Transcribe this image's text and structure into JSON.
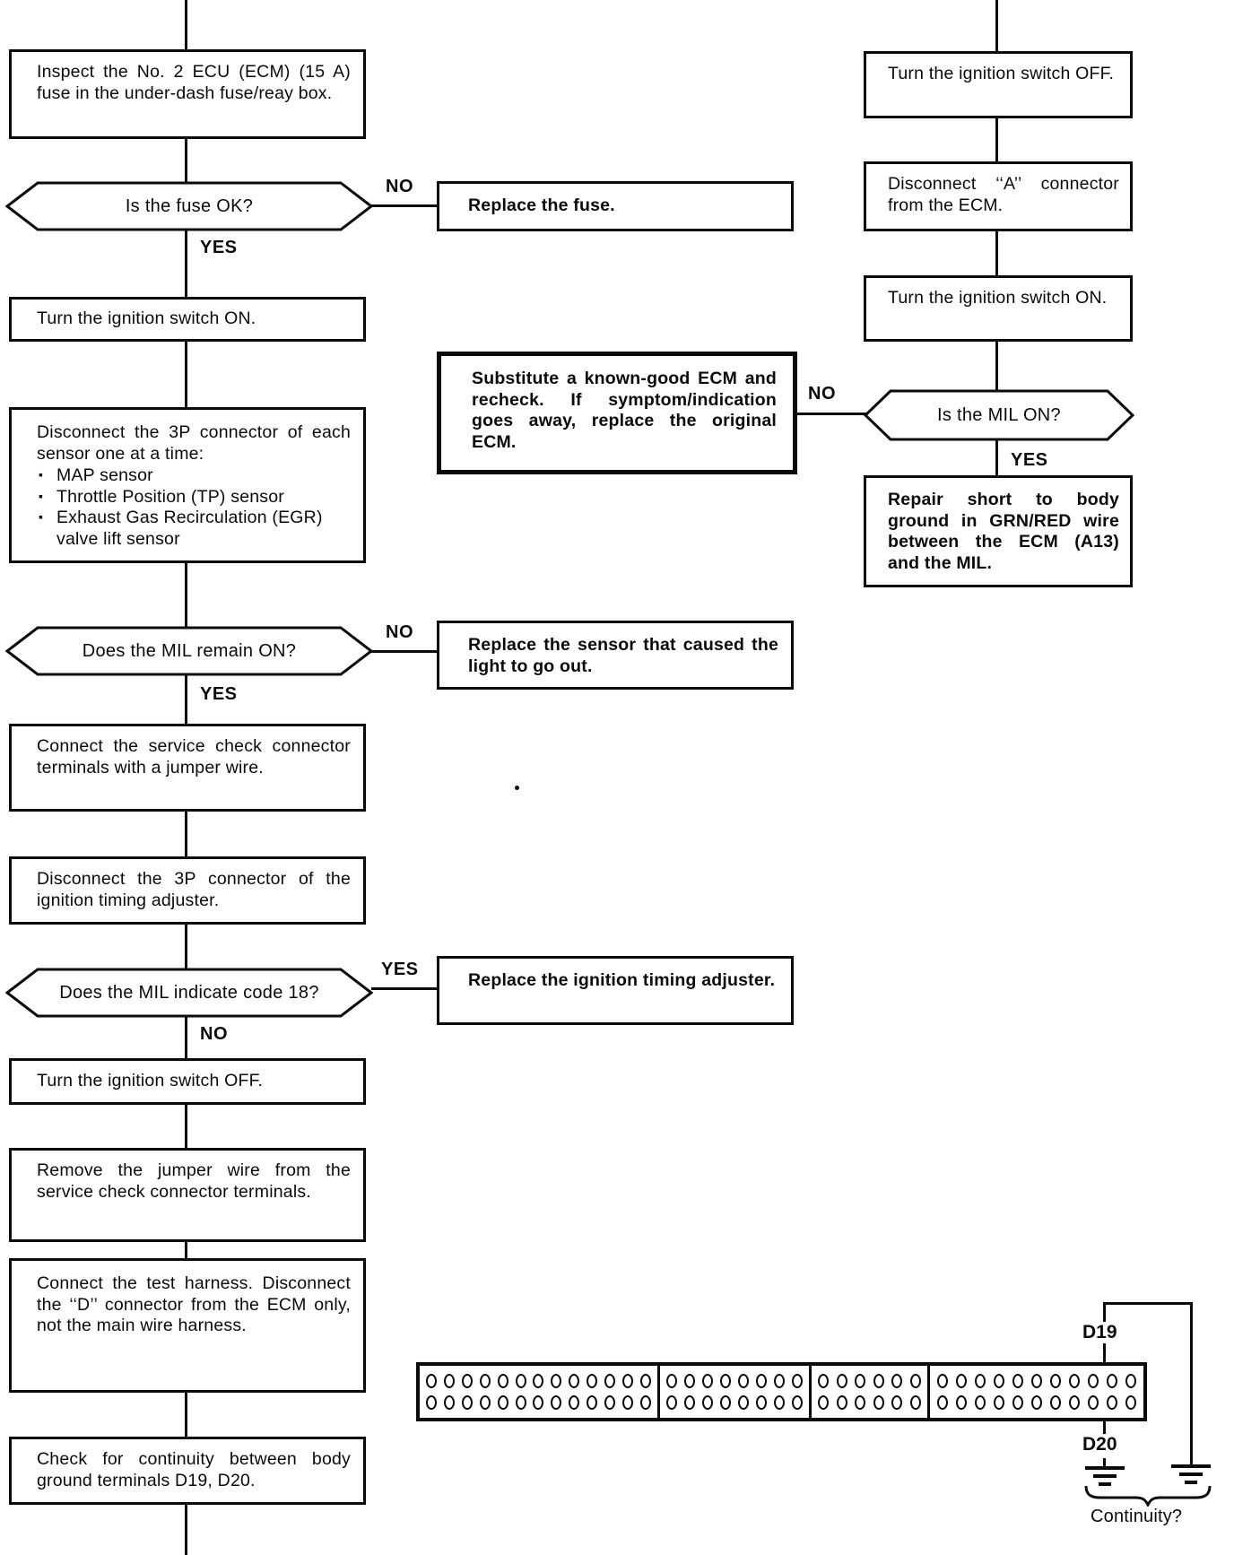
{
  "page": {
    "paper_color": "#ffffff",
    "ink_color": "#0a0a0a"
  },
  "labels": {
    "yes": "YES",
    "no": "NO",
    "bullet": "▪"
  },
  "nodes": {
    "inspect_fuse": "Inspect the No. 2 ECU (ECM) (15 A) fuse in the under-dash fuse/reay box.",
    "is_fuse_ok": "Is the fuse OK?",
    "replace_fuse": "Replace the fuse.",
    "ignition_on_left": "Turn the ignition switch ON.",
    "disconnect_sensors_intro": "Disconnect the 3P connector of each sensor one at a time:",
    "sensor_bullets": [
      "MAP sensor",
      "Throttle Position (TP) sensor",
      "Exhaust Gas Recirculation (EGR) valve lift sensor"
    ],
    "mil_remain_on": "Does the MIL remain ON?",
    "replace_sensor": "Replace the sensor that caused the light to go out.",
    "connect_jumper": "Connect the service check connector terminals with a jumper wire.",
    "disconnect_timing": "Disconnect the 3P connector of the ignition timing adjuster.",
    "mil_code_18": "Does the MIL indicate code 18?",
    "replace_timing": "Replace the ignition timing adjuster.",
    "ignition_off_left": "Turn the ignition switch OFF.",
    "remove_jumper": "Remove the jumper wire from the service check connector terminals.",
    "connect_test_harness": "Connect the test harness. Disconnect the ‘‘D’’ connector from the ECM only, not the main wire harness.",
    "check_continuity": "Check for continuity between body ground terminals D19, D20.",
    "ignition_off_right": "Turn the ignition switch OFF.",
    "disconnect_a_connector": "Disconnect ‘‘A’’ connector from the ECM.",
    "ignition_on_right": "Turn the ignition switch ON.",
    "is_mil_on": "Is the MIL ON?",
    "substitute_ecm": "Substitute a known-good ECM and recheck. If symptom/indication goes away, replace the original ECM.",
    "repair_short": "Repair short to body ground in GRN/RED wire between the ECM (A13) and the MIL."
  },
  "connector": {
    "rows": 2,
    "sections": [
      {
        "pins_per_row": 13
      },
      {
        "pins_per_row": 8
      },
      {
        "pins_per_row": 6
      },
      {
        "pins_per_row": 11
      }
    ],
    "pin_d19": "D19",
    "pin_d20": "D20",
    "continuity_label": "Continuity?"
  },
  "artifacts": {
    "stray_mark": "."
  }
}
